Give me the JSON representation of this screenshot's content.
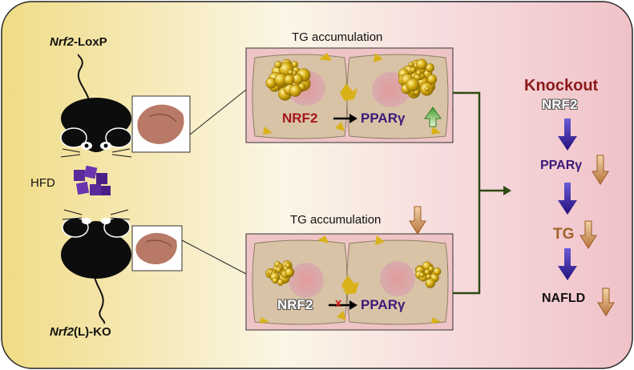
{
  "labels": {
    "top_mouse": "-LoxP",
    "top_mouse_italic": "Nrf2",
    "bottom_mouse_italic": "Nrf2",
    "bottom_mouse": "(L)-KO",
    "hfd": "HFD",
    "tg_top": "TG accumulation",
    "tg_bottom": "TG accumulation",
    "nrf2_top": "NRF2",
    "ppar_top": "PPARγ",
    "nrf2_bottom": "NRF2",
    "ppar_bottom": "PPARγ",
    "block_mark": "x",
    "knockout": "Knockout",
    "knockout_nrf2": "NRF2",
    "flow_ppar": "PPARγ",
    "flow_tg": "TG",
    "flow_nafld": "NAFLD"
  },
  "colors": {
    "bg_left": "#f2e08a",
    "bg_right": "#f2c6cc",
    "cell": "#d8c3a6",
    "nucleus": "#d9a0a0",
    "lipid": "#c9a10a",
    "mouse": "#0d0d0d",
    "hfd_cubes": "#5b2a9a",
    "arrow_purple": "#2e1a8a",
    "arrow_brown": "#c8894a",
    "arrow_green": "#3fae3f",
    "connector": "#2f4a12"
  }
}
